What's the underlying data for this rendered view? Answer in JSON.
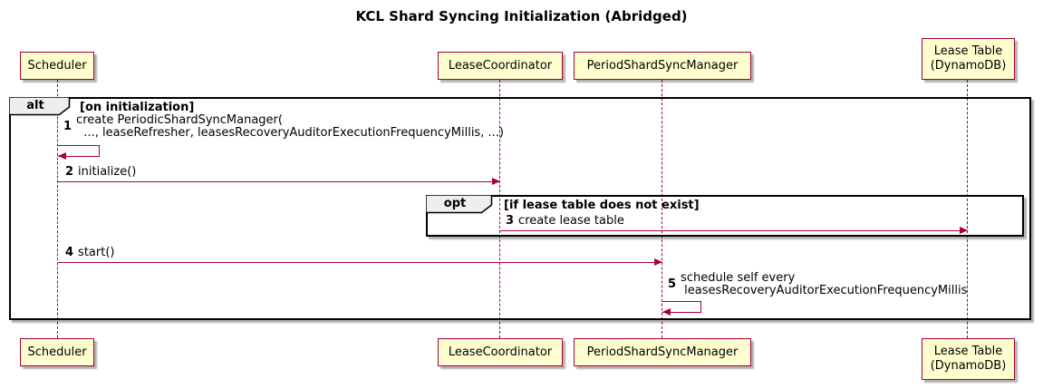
{
  "title": "KCL Shard Syncing Initialization (Abridged)",
  "colors": {
    "background": "#FFFFFF",
    "participant-fill": "#FEFECE",
    "participant-border": "#A80036",
    "lifeline": "#A80036",
    "arrow": "#A80036",
    "frame-border": "#000000",
    "frame-tab-fill": "#EEEEEE"
  },
  "participants": [
    {
      "label": "Scheduler"
    },
    {
      "label": "LeaseCoordinator"
    },
    {
      "label": "PeriodShardSyncManager"
    },
    {
      "label": "Lease Table\n(DynamoDB)"
    }
  ],
  "frames": {
    "alt": {
      "label": "alt",
      "condition": "[on initialization]"
    },
    "opt": {
      "label": "opt",
      "condition": "[if lease table does not exist]"
    }
  },
  "messages": [
    {
      "num": "1",
      "text": "create PeriodicShardSyncManager(\n  ..., leaseRefresher, leasesRecoveryAuditorExecutionFrequencyMillis, ...)"
    },
    {
      "num": "2",
      "text": "initialize()"
    },
    {
      "num": "3",
      "text": "create lease table"
    },
    {
      "num": "4",
      "text": "start()"
    },
    {
      "num": "5",
      "text": "schedule self every\n leasesRecoveryAuditorExecutionFrequencyMillis"
    }
  ]
}
